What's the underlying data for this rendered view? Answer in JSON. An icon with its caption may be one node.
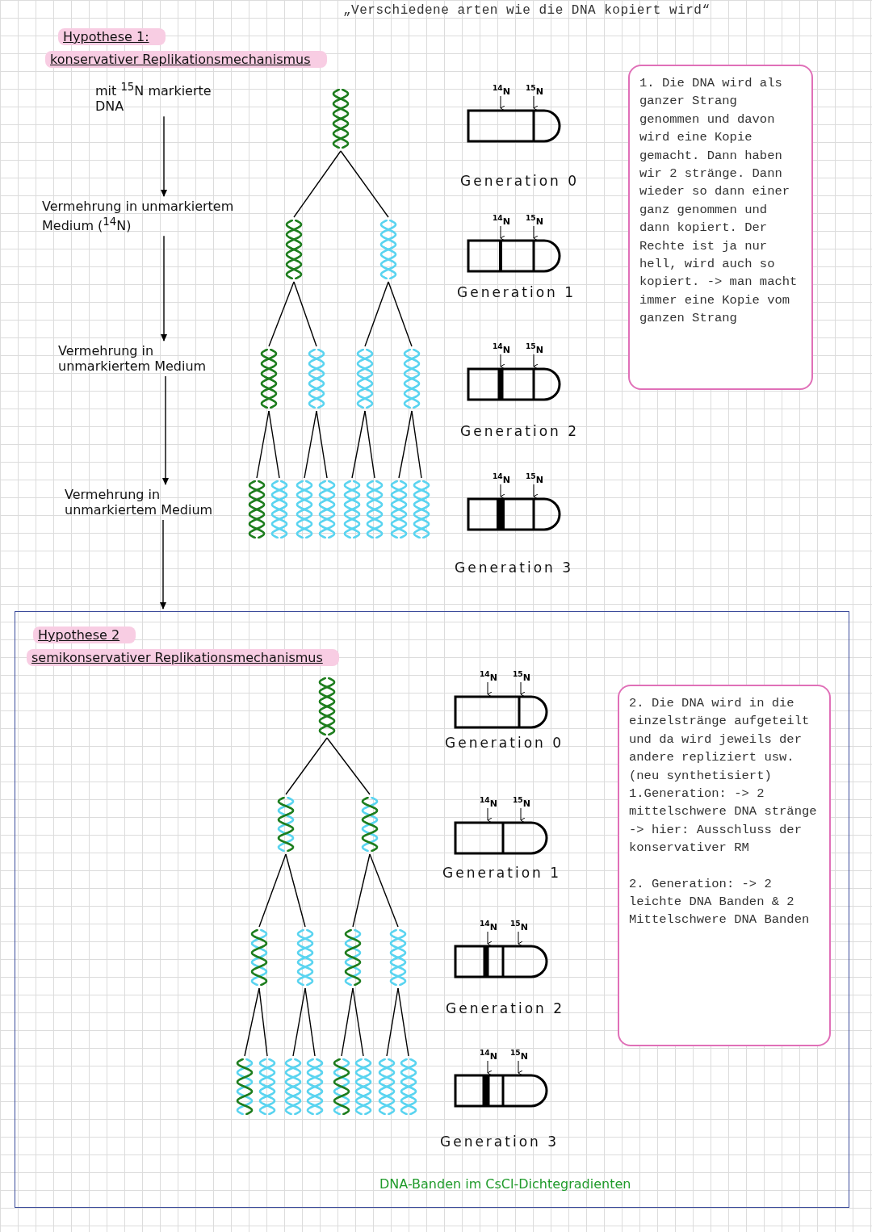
{
  "diagram": {
    "title": "„Verschiedene arten wie die DNA kopiert wird“",
    "nodes": [
      {
        "text": [
          "mit $^{15}$N markierte DNA"
        ]
      },
      {
        "text": [
          "Vermehrung in unmarkiertem Medium ($^{14}$N)"
        ]
      },
      {
        "text": [
          "Vermehrung in unmarkiertem Medium"
        ]
      },
      {
        "text": [
          "Vermehrung in unmarkiertem Medium"
        ]
      },
      {
        "text": [],
        "shape": "helix"
      },
      {
        "text": [],
        "shape": "helix"
      },
      {
        "text": [],
        "shape": "helix"
      },
      {
        "text": [],
        "shape": "helix"
      },
      {
        "text": [],
        "shape": "helix"
      },
      {
        "text": [],
        "shape": "helix"
      },
      {
        "text": [],
        "shape": "helix"
      },
      {
        "text": [],
        "shape": "helix"
      },
      {
        "text": [],
        "shape": "helix"
      },
      {
        "text": [],
        "shape": "helix"
      },
      {
        "text": [],
        "shape": "helix"
      },
      {
        "text": [],
        "shape": "helix"
      },
      {
        "text": [],
        "shape": "helix"
      },
      {
        "text": [],
        "shape": "helix"
      },
      {
        "text": [],
        "shape": "helix"
      },
      {
        "text": [
          "$^{14}$N",
          "$^{15}$N"
        ],
        "beside": [
          "Generation 0"
        ]
      },
      {
        "text": [
          "$^{14}$N",
          "$^{15}$N"
        ],
        "beside": [
          "Generation 1"
        ]
      },
      {
        "text": [
          "$^{14}$N",
          "$^{15}$N"
        ],
        "beside": [
          "Generation 2"
        ]
      },
      {
        "text": [
          "$^{14}$N",
          "$^{15}$N"
        ],
        "beside": [
          "Generation 3"
        ]
      },
      {
        "text": [
          "1. Die DNA wird als ganzer Strang genommen und davon wird eine Kopie gemacht. Dann haben wir 2 stränge. Dann wieder so dann einer ganz genommen und dann kopiert. Der Rechte ist ja nur hell, wird auch so kopiert. -> man macht immer eine Kopie vom ganzen Strang"
        ]
      },
      {
        "text": [
          "Hypothese 2",
          "semikonservativer Replikationsmechanismus"
        ]
      },
      {
        "text": [],
        "shape": "helix",
        "in": 24
      },
      {
        "text": [],
        "shape": "helix",
        "in": 24
      },
      {
        "text": [],
        "shape": "helix",
        "in": 24
      },
      {
        "text": [],
        "shape": "helix",
        "in": 24
      },
      {
        "text": [],
        "shape": "helix",
        "in": 24
      },
      {
        "text": [],
        "shape": "helix",
        "in": 24
      },
      {
        "text": [],
        "shape": "helix",
        "in": 24
      },
      {
        "text": [],
        "shape": "helix",
        "in": 24
      },
      {
        "text": [],
        "shape": "helix",
        "in": 24
      },
      {
        "text": [],
        "shape": "helix",
        "in": 24
      },
      {
        "text": [],
        "shape": "helix",
        "in": 24
      },
      {
        "text": [],
        "shape": "helix",
        "in": 24
      },
      {
        "text": [],
        "shape": "helix",
        "in": 24
      },
      {
        "text": [],
        "shape": "helix",
        "in": 24
      },
      {
        "text": [],
        "shape": "helix",
        "in": 24
      },
      {
        "text": [
          "$^{14}$N",
          "$^{15}$N"
        ],
        "beside": [
          "Generation 0"
        ],
        "in": 24
      },
      {
        "text": [
          "$^{14}$N",
          "$^{15}$N"
        ],
        "beside": [
          "Generation 1"
        ],
        "in": 24
      },
      {
        "text": [
          "$^{14}$N",
          "$^{15}$N"
        ],
        "beside": [
          "Generation 2"
        ],
        "in": 24
      },
      {
        "text": [
          "$^{14}$N",
          "$^{15}$N"
        ],
        "beside": [
          "Generation 3"
        ],
        "in": 24
      },
      {
        "text": [
          "2. Die DNA wird in die einzelstränge aufgeteilt und da wird jeweils der andere repliziert usw. (neu synthetisiert) 1.Generation: -> 2 mittelschwere DNA stränge -> hier: Ausschluss der konservativer RM",
          "2. Generation: -> 2 leichte DNA Banden & 2 Mittelschwere DNA Banden"
        ],
        "in": 24
      }
    ],
    "edges": [
      {
        "from": 0,
        "to": 1,
        "arrow": "to"
      },
      {
        "from": 1,
        "to": 2,
        "arrow": "to"
      },
      {
        "from": 2,
        "to": 3,
        "arrow": "to"
      },
      {
        "from": 3,
        "to": 24,
        "arrow": "to"
      },
      {
        "from": 4,
        "to": 5,
        "arrow": "none"
      },
      {
        "from": 4,
        "to": 6,
        "arrow": "none"
      },
      {
        "from": 5,
        "to": 7,
        "arrow": "none"
      },
      {
        "from": 5,
        "to": 8,
        "arrow": "none"
      },
      {
        "from": 6,
        "to": 9,
        "arrow": "none"
      },
      {
        "from": 6,
        "to": 10,
        "arrow": "none"
      },
      {
        "from": 7,
        "to": 11,
        "arrow": "none"
      },
      {
        "from": 7,
        "to": 12,
        "arrow": "none"
      },
      {
        "from": 8,
        "to": 13,
        "arrow": "none"
      },
      {
        "from": 8,
        "to": 14,
        "arrow": "none"
      },
      {
        "from": 9,
        "to": 15,
        "arrow": "none"
      },
      {
        "from": 9,
        "to": 16,
        "arrow": "none"
      },
      {
        "from": 10,
        "to": 17,
        "arrow": "none"
      },
      {
        "from": 10,
        "to": 18,
        "arrow": "none"
      },
      {
        "from": 25,
        "to": 26,
        "arrow": "none"
      },
      {
        "from": 25,
        "to": 27,
        "arrow": "none"
      },
      {
        "from": 26,
        "to": 28,
        "arrow": "none"
      },
      {
        "from": 26,
        "to": 29,
        "arrow": "none"
      },
      {
        "from": 27,
        "to": 30,
        "arrow": "none"
      },
      {
        "from": 27,
        "to": 31,
        "arrow": "none"
      },
      {
        "from": 28,
        "to": 32,
        "arrow": "none"
      },
      {
        "from": 28,
        "to": 33,
        "arrow": "none"
      },
      {
        "from": 29,
        "to": 34,
        "arrow": "none"
      },
      {
        "from": 29,
        "to": 35,
        "arrow": "none"
      },
      {
        "from": 30,
        "to": 36,
        "arrow": "none"
      },
      {
        "from": 30,
        "to": 37,
        "arrow": "none"
      },
      {
        "from": 31,
        "to": 38,
        "arrow": "none"
      },
      {
        "from": 31,
        "to": 39,
        "arrow": "none"
      }
    ],
    "labels": [
      "Hypothese 1:",
      "konservativer Replikationsmechanismus",
      "DNA-Banden im CsCl-Dichtegradienten"
    ]
  }
}
